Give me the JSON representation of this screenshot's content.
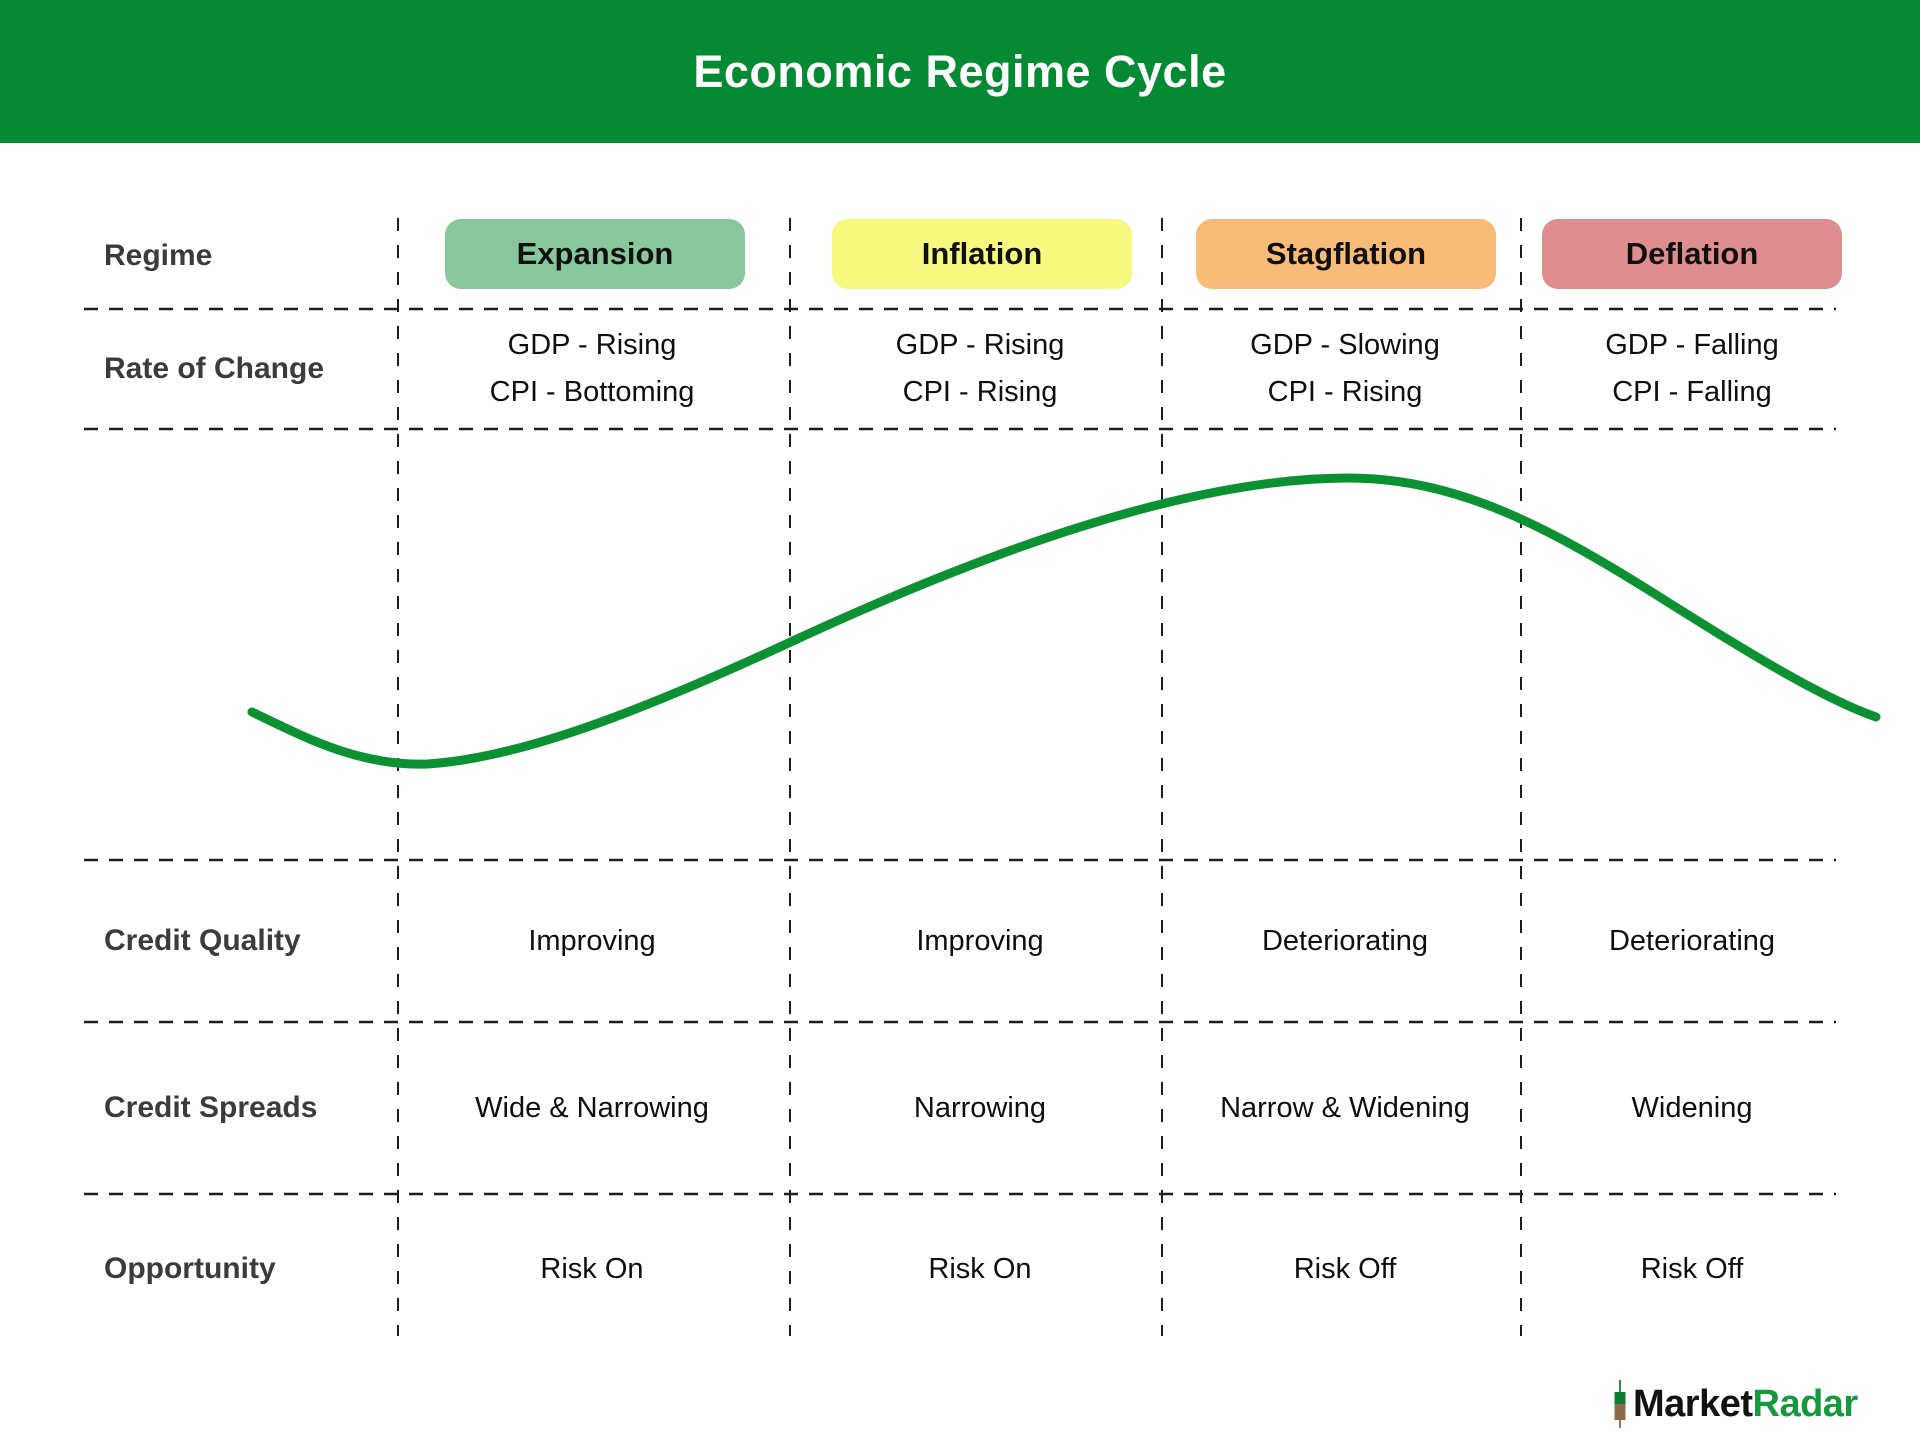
{
  "header": {
    "title": "Economic Regime Cycle",
    "bg_color": "#048A33",
    "text_color": "#ffffff"
  },
  "row_labels": {
    "regime": "Regime",
    "rate_of_change": "Rate of Change",
    "credit_quality": "Credit Quality",
    "credit_spreads": "Credit Spreads",
    "opportunity": "Opportunity"
  },
  "regimes": [
    {
      "name": "Expansion",
      "badge_color": "#88C79B",
      "rate_gdp": "GDP - Rising",
      "rate_cpi": "CPI - Bottoming",
      "credit_quality": "Improving",
      "credit_spreads": "Wide & Narrowing",
      "opportunity": "Risk On"
    },
    {
      "name": "Inflation",
      "badge_color": "#F6F97E",
      "rate_gdp": "GDP - Rising",
      "rate_cpi": "CPI - Rising",
      "credit_quality": "Improving",
      "credit_spreads": "Narrowing",
      "opportunity": "Risk On"
    },
    {
      "name": "Stagflation",
      "badge_color": "#F8BB78",
      "rate_gdp": "GDP - Slowing",
      "rate_cpi": "CPI - Rising",
      "credit_quality": "Deteriorating",
      "credit_spreads": "Narrow & Widening",
      "opportunity": "Risk Off"
    },
    {
      "name": "Deflation",
      "badge_color": "#DE8E8F",
      "rate_gdp": "GDP - Falling",
      "rate_cpi": "CPI - Falling",
      "credit_quality": "Deteriorating",
      "credit_spreads": "Widening",
      "opportunity": "Risk Off"
    }
  ],
  "curve": {
    "color": "#0C9132"
  },
  "grid": {
    "line_color": "#1e1e1e"
  },
  "logo": {
    "market": "Market",
    "radar": "Radar",
    "market_color": "#121212",
    "radar_color": "#149A3C"
  }
}
